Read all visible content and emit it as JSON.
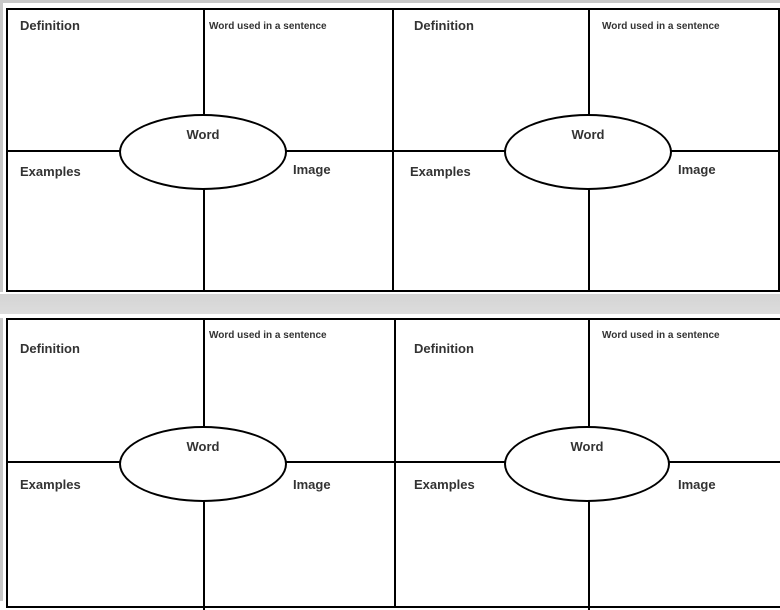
{
  "frayer_models": [
    {
      "definition": "Definition",
      "sentence": "Word used in a sentence",
      "word": "Word",
      "examples": "Examples",
      "image": "Image"
    },
    {
      "definition": "Definition",
      "sentence": "Word used in a sentence",
      "word": "Word",
      "examples": "Examples",
      "image": "Image"
    },
    {
      "definition": "Definition",
      "sentence": "Word used in a sentence",
      "word": "Word",
      "examples": "Examples",
      "image": "Image"
    },
    {
      "definition": "Definition",
      "sentence": "Word used in a sentence",
      "word": "Word",
      "examples": "Examples",
      "image": "Image"
    }
  ]
}
